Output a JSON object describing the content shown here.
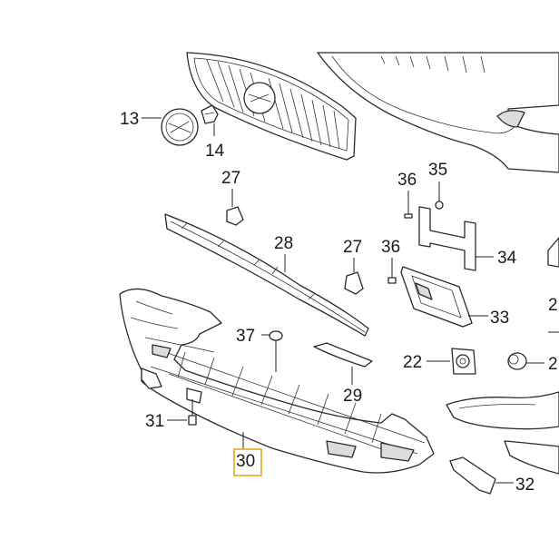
{
  "diagram": {
    "labels": {
      "p13": "13",
      "p14": "14",
      "p27a": "27",
      "p27b": "27",
      "p28": "28",
      "p29": "29",
      "p30": "30",
      "p31": "31",
      "p32": "32",
      "p33": "33",
      "p34": "34",
      "p35": "35",
      "p36a": "36",
      "p36b": "36",
      "p37": "37",
      "p22": "22",
      "p2a": "2",
      "p2b": "2"
    },
    "highlighted_part": "30",
    "highlight_color": "#e2a920"
  }
}
